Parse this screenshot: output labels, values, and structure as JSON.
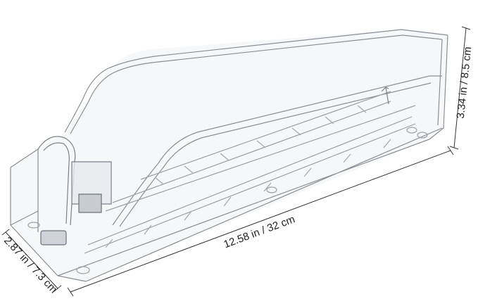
{
  "dimensions": {
    "length": "12.58 in / 32 cm",
    "height": "3.34 in / 8.5 cm",
    "width": "2.87 in / 7.3 cm"
  },
  "colors": {
    "background": "#ffffff",
    "dimension_line": "#333333",
    "bin_outline": "#8a8f96",
    "bin_fill": "#eef1f4",
    "rail": "#9aa0a6"
  }
}
